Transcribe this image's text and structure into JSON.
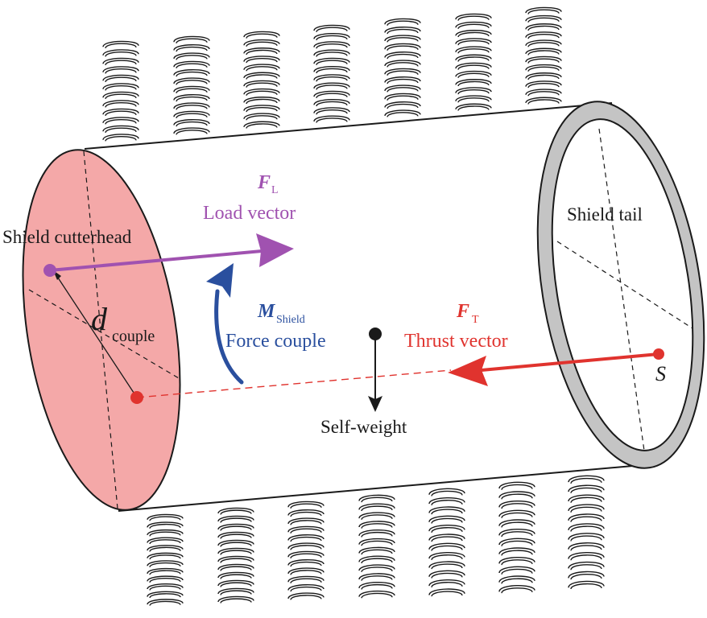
{
  "labels": {
    "cutterhead": "Shield cutterhead",
    "tail": "Shield tail",
    "load_symbol": "F",
    "load_sub": "L",
    "load_text": "Load vector",
    "moment_symbol": "M",
    "moment_sub": "Shield",
    "moment_text": "Force couple",
    "thrust_symbol": "F",
    "thrust_sub": "T",
    "thrust_text": "Thrust vector",
    "dist_symbol": "d",
    "dist_sub": "couple",
    "weight_text": "Self-weight",
    "s_point": "S"
  },
  "colors": {
    "load": "#a052b0",
    "moment": "#2a4f9e",
    "thrust": "#e0332e",
    "face": "#f4a8a8",
    "ring": "#c4c4c4",
    "ink": "#1a1a1a"
  }
}
